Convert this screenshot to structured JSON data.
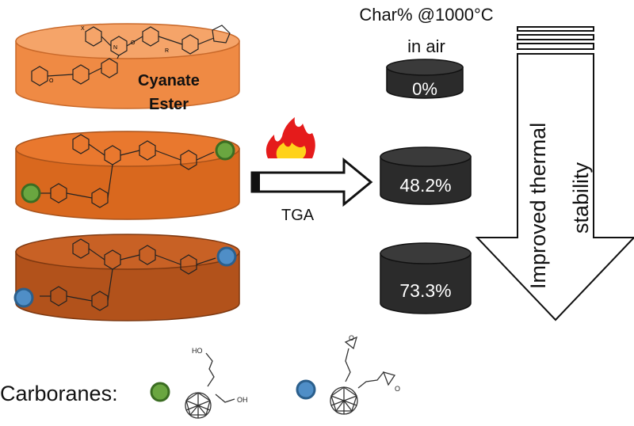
{
  "resin_label_line1": "Cyanate",
  "resin_label_line2": "Ester",
  "char_header_line1": "Char% @1000°C",
  "char_header_line2": "in air",
  "char_values": [
    "0%",
    "48.2%",
    "73.3%"
  ],
  "process_label": "TGA",
  "arrow_label_line1": "Improved thermal",
  "arrow_label_line2": "stability",
  "carboranes_label": "Carboranes:",
  "chem_labels": {
    "hydroxyl_top": "HO",
    "hydroxyl_right": "OH",
    "oxygen": "O",
    "substituent_r": "R",
    "substituent_x": "X",
    "nitrogen": "N"
  },
  "colors": {
    "cylinder_top_1": "#f5a469",
    "cylinder_side_1": "#ef8a44",
    "cylinder_top_2": "#e9782e",
    "cylinder_side_2": "#d9681e",
    "cylinder_top_3": "#c86125",
    "cylinder_side_3": "#b2521b",
    "char_cylinder": "#2b2b2b",
    "hydroxy_carborane_dot": "#6aa640",
    "epoxy_carborane_dot": "#4f8ec7"
  }
}
